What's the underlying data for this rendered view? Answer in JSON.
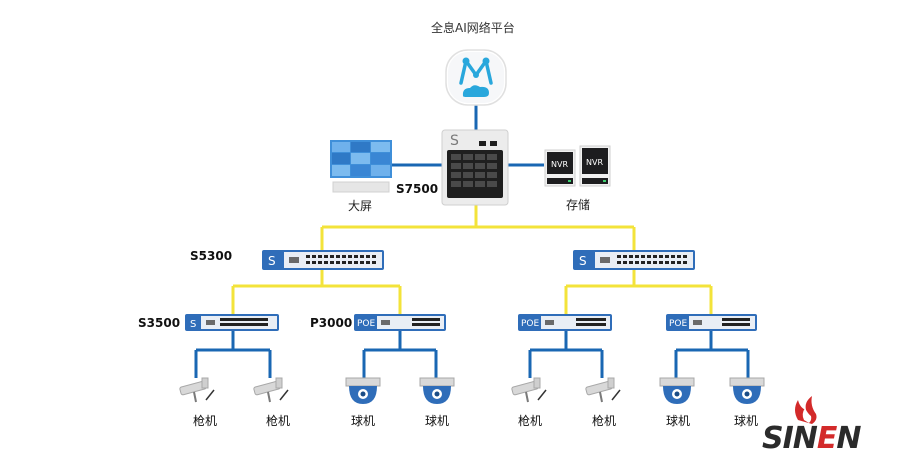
{
  "diagram": {
    "platform_label": "全息AI网络平台",
    "core_switch_label": "S7500",
    "core_switch_badge": "S",
    "screen_label": "大屏",
    "storage_label": "存储",
    "nvr_label": "NVR",
    "aggregation_switch_label": "S5300",
    "aggregation_badge": "S",
    "access_switch_s3500_label": "S3500",
    "access_switch_p3000_label": "P3000",
    "poe_badge": "POE",
    "s_badge": "S",
    "cameras": [
      "枪机",
      "枪机",
      "球机",
      "球机",
      "枪机",
      "枪机",
      "球机",
      "球机"
    ],
    "brand": {
      "text_main": "SIN",
      "text_accent": "E",
      "text_end": "N"
    },
    "colors": {
      "link_blue": "#1a67b3",
      "link_yellow": "#f3e33a",
      "switch_blue": "#2f6db9",
      "device_gray": "#e9e9e9",
      "dark_device": "#1d1d1f",
      "brand_red": "#d32a2a"
    }
  }
}
